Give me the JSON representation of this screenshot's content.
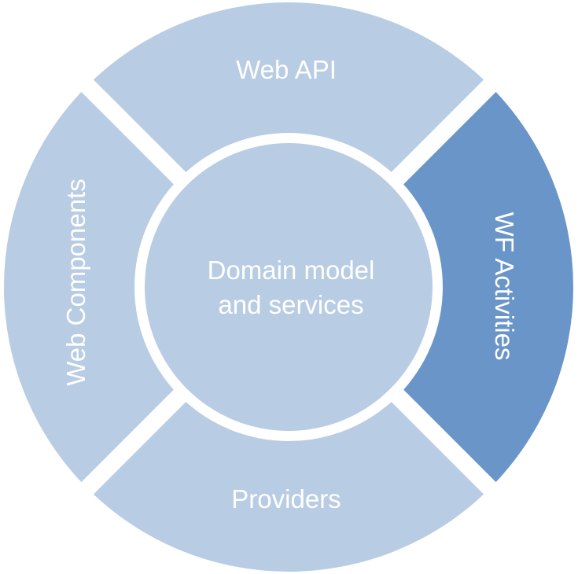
{
  "diagram": {
    "center": {
      "line1": "Domain model",
      "line2": "and services",
      "color": "#B8CCE4"
    },
    "segments": {
      "top": {
        "label": "Web API",
        "color": "#B8CCE4"
      },
      "right": {
        "label": "WF Activities",
        "color": "#6A95C8"
      },
      "bottom": {
        "label": "Providers",
        "color": "#B8CCE4"
      },
      "left": {
        "label": "Web Components",
        "color": "#B8CCE4"
      }
    },
    "gap_color": "#FFFFFF"
  }
}
